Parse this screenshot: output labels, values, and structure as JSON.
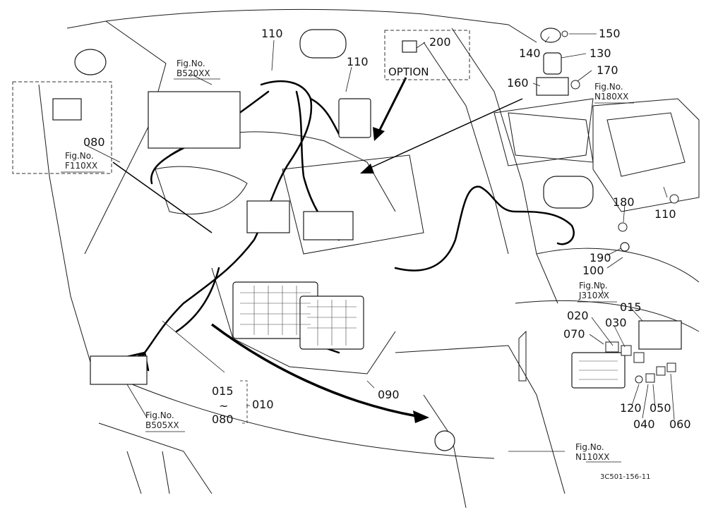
{
  "doc_code": "3C501-156-11",
  "option_label": "OPTION",
  "figs": {
    "b520": [
      "Fig.No.",
      "B520XX"
    ],
    "f110": [
      "Fig.No.",
      "F110XX"
    ],
    "n180": [
      "Fig.No.",
      "N180XX"
    ],
    "j310": [
      "Fig.No.",
      "J310XX"
    ],
    "b505": [
      "Fig.No.",
      "B505XX"
    ],
    "n110": [
      "Fig.No.",
      "N110XX"
    ]
  },
  "callouts": {
    "c110a": "110",
    "c110b": "110",
    "c110c": "110",
    "c200": "200",
    "c150": "150",
    "c140": "140",
    "c130": "130",
    "c170": "170",
    "c160": "160",
    "c080": "080",
    "c180": "180",
    "c190": "190",
    "c100": "100",
    "c015a": "015",
    "c020": "020",
    "c030": "030",
    "c070": "070",
    "c120": "120",
    "c050": "050",
    "c060": "060",
    "c040": "040",
    "c090": "090",
    "c015b": "015",
    "c010": "010",
    "c080b": "080",
    "tilde": "~"
  },
  "colors": {
    "line": "#1a1a1a",
    "wire": "#000000",
    "dash": "#333333"
  }
}
